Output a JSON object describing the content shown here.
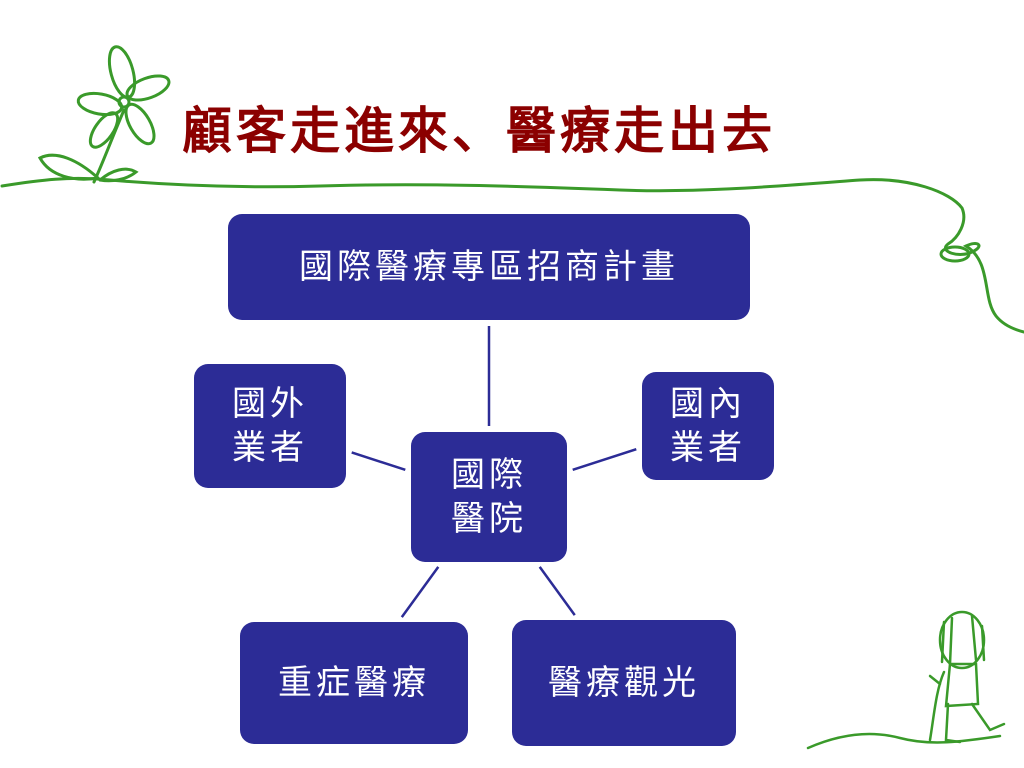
{
  "slide": {
    "title": "顧客走進來、醫療走出去"
  },
  "diagram": {
    "nodes": {
      "top": "國際醫療專區招商計畫",
      "center": "國際醫院",
      "foreign": "國外業者",
      "domestic": "國內業者",
      "severe": "重症醫療",
      "tourism": "醫療觀光"
    },
    "edges": [
      [
        "center",
        "top"
      ],
      [
        "center",
        "foreign"
      ],
      [
        "center",
        "domestic"
      ],
      [
        "center",
        "severe"
      ],
      [
        "center",
        "tourism"
      ]
    ],
    "colors": {
      "node_fill": "#2c2c96",
      "node_text": "#ffffff",
      "connector": "#2c2c96",
      "title": "#8b0000",
      "decoration": "#3a9a2a"
    }
  }
}
